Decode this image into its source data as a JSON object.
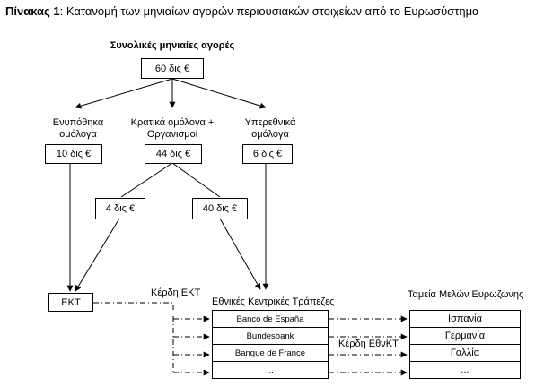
{
  "title": {
    "prefix": "Πίνακας 1",
    "text": "Κατανομή των μηνιαίων αγορών περιουσιακών στοιχείων από το Ευρωσύστημα"
  },
  "total": {
    "label": "Συνολικές μηνιαίες αγορές",
    "value": "60 δις €"
  },
  "categories": [
    {
      "line1": "Ενυπόθηκα",
      "line2": "ομόλογα",
      "value": "10 δις €"
    },
    {
      "line1": "Κρατικά ομόλογα +",
      "line2": "Οργανισμοί",
      "value": "44 δις €"
    },
    {
      "line1": "Υπερεθνικά",
      "line2": "ομόλογα",
      "value": "6 δις €"
    }
  ],
  "split": {
    "left": "4 δις €",
    "right": "40 δις €"
  },
  "ecb": {
    "label": "ΕΚΤ"
  },
  "ncb": {
    "header": "Εθνικές Κεντρικές Τράπεζες",
    "rows": [
      "Banco de España",
      "Bundesbank",
      "Banque de France",
      "..."
    ]
  },
  "funds": {
    "header": "Ταμεία Μελών Ευρωζώνης",
    "rows": [
      "Ισπανία",
      "Γερμανία",
      "Γαλλία",
      "..."
    ]
  },
  "flows": {
    "ecb_profits": "Κέρδη ΕΚΤ",
    "ncb_profits": "Κέρδη ΕθνΚΤ"
  }
}
